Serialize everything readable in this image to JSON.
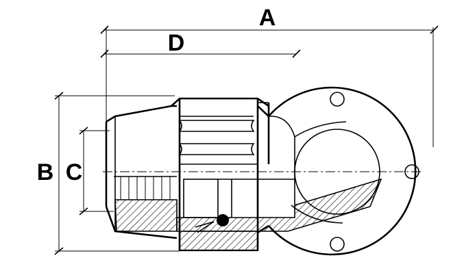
{
  "dimensions": {
    "a": "A",
    "b": "B",
    "c": "C",
    "d": "D"
  },
  "colors": {
    "ink": "#000000",
    "paper": "#ffffff"
  }
}
